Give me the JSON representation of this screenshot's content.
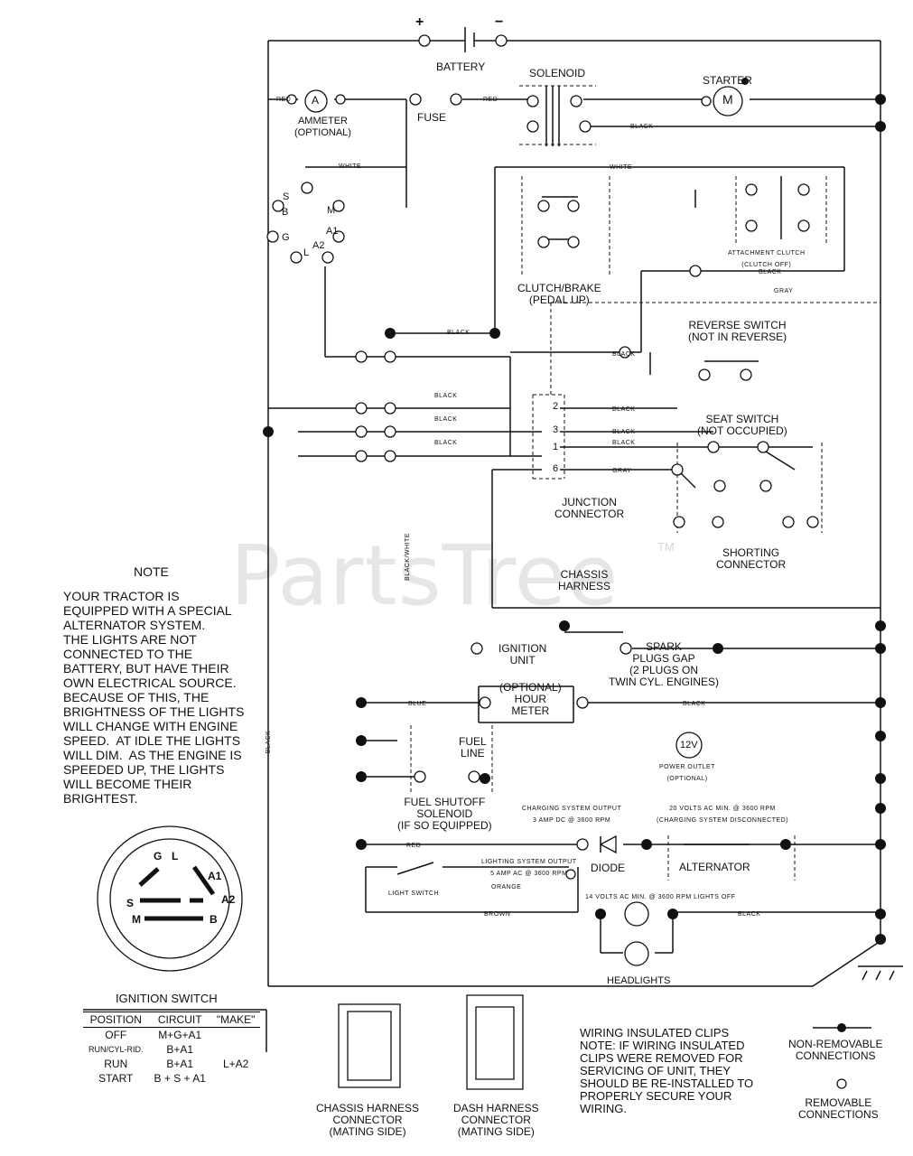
{
  "battery": {
    "label": "BATTERY",
    "plus": "+",
    "minus": "−"
  },
  "solenoid": {
    "label": "SOLENOID"
  },
  "starter": {
    "label": "STARTER",
    "symbol": "M"
  },
  "ammeter": {
    "label": "AMMETER\n(OPTIONAL)",
    "symbol": "A"
  },
  "fuse": {
    "label": "FUSE"
  },
  "ignition_switch_terminals": {
    "S": "S",
    "B": "B",
    "M": "M",
    "G": "G",
    "L": "L",
    "A1": "A1",
    "A2": "A2"
  },
  "clutch_brake": {
    "label": "CLUTCH/BRAKE\n(PEDAL UP)"
  },
  "attachment_clutch": {
    "label": "ATTACHMENT CLUTCH\n(CLUTCH OFF)"
  },
  "reverse_switch": {
    "label": "REVERSE SWITCH\n(NOT IN REVERSE)"
  },
  "seat_switch": {
    "label": "SEAT SWITCH\n(NOT OCCUPIED)"
  },
  "shorting_connector": {
    "label": "SHORTING\nCONNECTOR"
  },
  "junction_connector": {
    "label": "JUNCTION\nCONNECTOR",
    "pins": [
      "2",
      "3",
      "1",
      "6"
    ]
  },
  "chassis_harness": {
    "label": "CHASSIS\nHARNESS"
  },
  "ignition_unit": {
    "label": "IGNITION\nUNIT"
  },
  "spark_plugs": {
    "label": "SPARK\nPLUGS GAP\n(2 PLUGS ON\nTWIN CYL. ENGINES)"
  },
  "hour_meter": {
    "label": "(OPTIONAL)\nHOUR\nMETER"
  },
  "fuel_line": {
    "label": "FUEL\nLINE"
  },
  "fuel_shutoff": {
    "label": "FUEL SHUTOFF\nSOLENOID\n(IF SO EQUIPPED)"
  },
  "power_outlet": {
    "label": "POWER OUTLET\n(OPTIONAL)",
    "symbol": "12V"
  },
  "charging_output": {
    "label": "CHARGING SYSTEM OUTPUT\n3 AMP DC @ 3600 RPM"
  },
  "ac_min": {
    "label": "20 VOLTS AC MIN. @ 3600 RPM\n(CHARGING SYSTEM DISCONNECTED)"
  },
  "lighting_output": {
    "label": "LIGHTING SYSTEM OUTPUT\n5 AMP AC @ 3600 RPM"
  },
  "volts_14": {
    "label": "14 VOLTS AC MIN. @ 3600 RPM LIGHTS OFF"
  },
  "diode": {
    "label": "DIODE"
  },
  "alternator": {
    "label": "ALTERNATOR"
  },
  "light_switch": {
    "label": "LIGHT SWITCH"
  },
  "headlights": {
    "label": "HEADLIGHTS"
  },
  "wires": {
    "red": "RED",
    "white": "WHITE",
    "black": "BLACK",
    "gray": "GRAY",
    "blue": "BLUE",
    "orange": "ORANGE",
    "brown": "BROWN",
    "black_white": "BLACK/WHITE"
  },
  "note": {
    "title": "NOTE",
    "text": "YOUR TRACTOR IS\nEQUIPPED WITH A SPECIAL\nALTERNATOR SYSTEM.\nTHE LIGHTS ARE NOT\nCONNECTED TO THE\nBATTERY, BUT HAVE THEIR\nOWN ELECTRICAL SOURCE.\nBECAUSE OF THIS, THE\nBRIGHTNESS OF THE LIGHTS\nWILL CHANGE WITH ENGINE\nSPEED.  AT IDLE THE LIGHTS\nWILL DIM.  AS THE ENGINE IS\nSPEEDED UP, THE LIGHTS\nWILL BECOME THEIR\nBRIGHTEST."
  },
  "ignition_switch": {
    "title": "IGNITION SWITCH",
    "headers": [
      "POSITION",
      "CIRCUIT",
      "\"MAKE\""
    ],
    "rows": [
      [
        "OFF",
        "M+G+A1",
        ""
      ],
      [
        "RUN/CYL-RID.",
        "B+A1",
        ""
      ],
      [
        "RUN",
        "B+A1",
        "L+A2"
      ],
      [
        "START",
        "B + S + A1",
        ""
      ]
    ]
  },
  "chassis_connector": {
    "label": "CHASSIS HARNESS\nCONNECTOR\n(MATING SIDE)"
  },
  "dash_connector": {
    "label": "DASH HARNESS\nCONNECTOR\n(MATING SIDE)"
  },
  "clips_note": {
    "text": "WIRING INSULATED CLIPS\nNOTE: IF WIRING INSULATED\nCLIPS WERE REMOVED FOR\nSERVICING OF UNIT, THEY\nSHOULD BE RE-INSTALLED TO\nPROPERLY SECURE YOUR\nWIRING."
  },
  "legend": {
    "non_removable": "NON-REMOVABLE\nCONNECTIONS",
    "removable": "REMOVABLE\nCONNECTIONS"
  },
  "watermark": {
    "text": "PartsTree",
    "tm": "TM"
  }
}
